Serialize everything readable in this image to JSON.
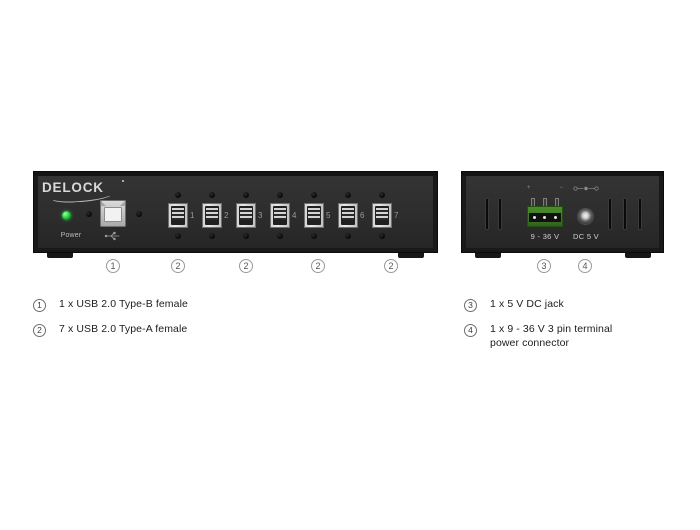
{
  "product": {
    "brand": "DELOCK",
    "front_panel": {
      "power_label": "Power",
      "usb_b_icon": "usb-trident-icon",
      "usb_a_port_numbers": [
        "1",
        "2",
        "3",
        "4",
        "5",
        "6",
        "7"
      ],
      "callouts": [
        "1",
        "2",
        "2",
        "2",
        "2"
      ]
    },
    "back_panel": {
      "terminal_label": "9 - 36 V",
      "terminal_polarity": [
        "+",
        "−"
      ],
      "dc_label": "DC 5 V",
      "dc_polarity_icon": "center-positive-polarity-icon",
      "callouts": [
        "3",
        "4"
      ]
    }
  },
  "legend": {
    "left": [
      {
        "marker": "1",
        "text": "1 x USB 2.0 Type-B female"
      },
      {
        "marker": "2",
        "text": "7 x USB 2.0 Type-A female"
      }
    ],
    "right": [
      {
        "marker": "3",
        "text": "1 x 5 V DC jack"
      },
      {
        "marker": "4",
        "text": "1 x 9 - 36 V 3 pin terminal\npower connector"
      }
    ]
  },
  "colors": {
    "chassis": "#191919",
    "face": "#2e2e2e",
    "led_green": "#35e04a",
    "terminal_green": "#3f7a25",
    "text": "#1d1d1d"
  }
}
